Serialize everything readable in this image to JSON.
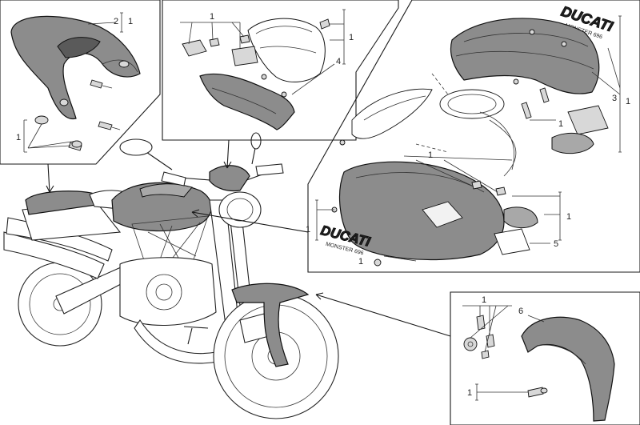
{
  "callouts": {
    "seat_cowl_ref": "2",
    "seat_cowl_qty": "1",
    "seat_screw_qty": "1",
    "headlight_qty_a": "1",
    "headlight_qty_b": "1",
    "headlight_ref": "4",
    "tank_top_qty": "1",
    "tank_top_ref": "3",
    "tank_center_qty": "1",
    "tank_right_qty": "1",
    "tank_side_qty": "1",
    "tank_left_qty": "1",
    "tank_panel_ref": "5",
    "tank_bottom_qty": "1",
    "fender_qty_top": "1",
    "fender_ref": "6",
    "fender_qty_bottom": "1"
  },
  "decals": {
    "brand": "DUCATI",
    "model": "MONSTER 696"
  },
  "colors": {
    "part_fill": "#8c8c8c",
    "line": "#1a1a1a",
    "background": "#ffffff"
  }
}
